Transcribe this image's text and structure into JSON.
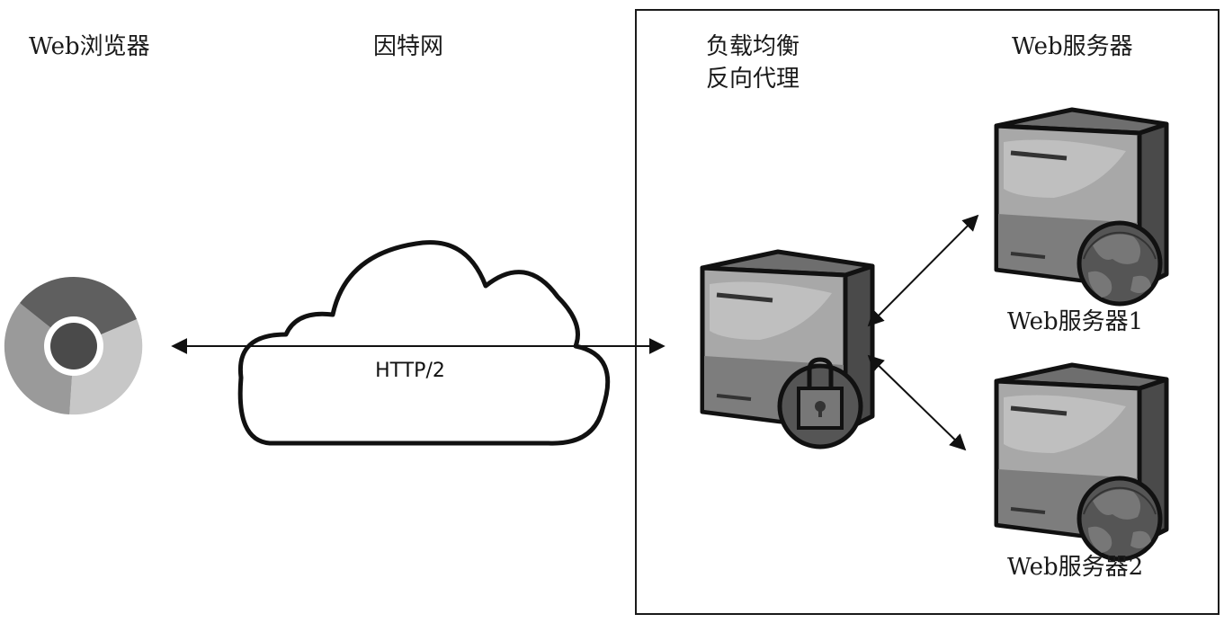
{
  "labels": {
    "browser": "Web浏览器",
    "internet": "因特网",
    "lb_line1": "负载均衡",
    "lb_line2": "反向代理",
    "web_servers": "Web服务器",
    "server1": "Web服务器1",
    "server2": "Web服务器2",
    "protocol": "HTTP/2"
  },
  "icons": {
    "browser": "chrome-browser-icon",
    "cloud": "cloud-icon",
    "proxy": "server-with-lock-icon",
    "server": "server-with-globe-icon"
  }
}
